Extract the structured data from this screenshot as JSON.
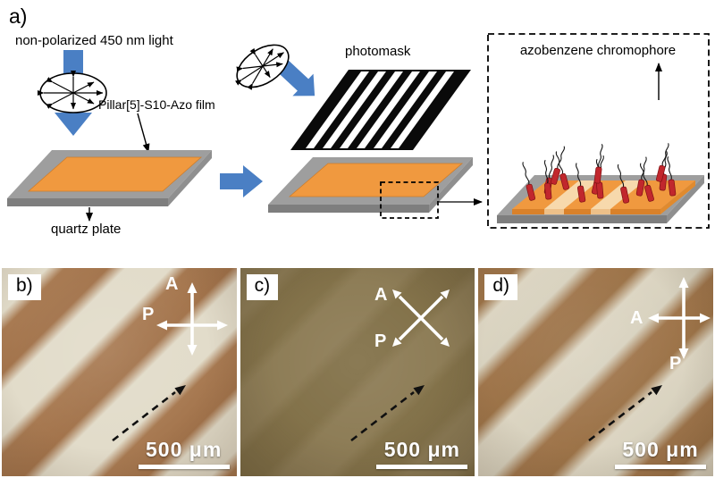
{
  "panel_a": {
    "label": "a)",
    "light_label": "non-polarized 450 nm light",
    "film_label": "Pillar[5]-S10-Azo film",
    "plate_label": "quartz plate",
    "photomask_label": "photomask",
    "inset_label": "azobenzene chromophore"
  },
  "micrographs": [
    {
      "label": "b)",
      "analyzer_label": "A",
      "polarizer_label": "P",
      "scale_label": "500 μm"
    },
    {
      "label": "c)",
      "analyzer_label": "A",
      "polarizer_label": "P",
      "scale_label": "500 μm"
    },
    {
      "label": "d)",
      "analyzer_label": "A",
      "polarizer_label": "P",
      "scale_label": "500 μm"
    }
  ],
  "colors": {
    "arrow_blue": "#4a7fc4",
    "film_orange": "#f0993f",
    "irradiated_cream": "#f7d9ac",
    "plate_gray": "#9e9e9e",
    "photomask_black": "#0a0a0a",
    "chromophore_red": "#c1272d",
    "stripe_brown": "#a3744c",
    "stripe_cream": "#e2dcca",
    "uniform_olive": "#8e7d57"
  }
}
